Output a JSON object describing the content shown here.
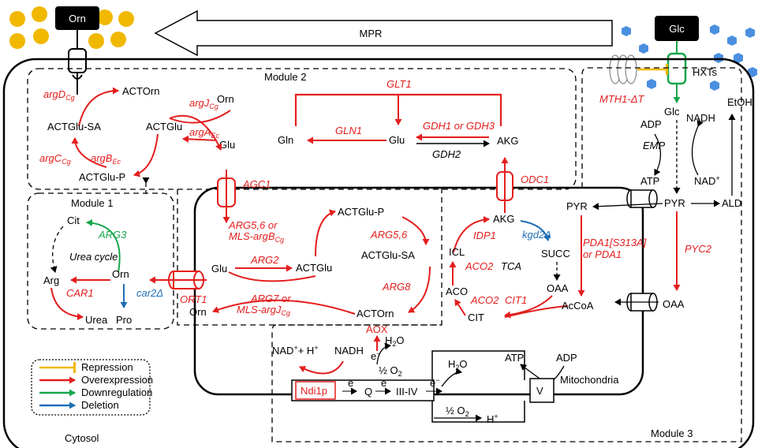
{
  "colors": {
    "red": "#e41e1e",
    "green": "#17a64b",
    "blue": "#1f6fb5",
    "yellow": "#f1b800",
    "hex": "#4a8fe0",
    "black": "#000000"
  },
  "mpr": "MPR",
  "orn_box": "Orn",
  "glc_box": "Glc",
  "hxts": "HXTs",
  "mth1": "MTH1-ΔT",
  "modules": {
    "m1": "Module 1",
    "m2": "Module 2",
    "m3": "Module 3"
  },
  "cytosol": "Cytosol",
  "mitochondria": "Mitochondria",
  "m2": {
    "actorn": "ACTOrn",
    "argd": "argD",
    "argd_sub": "Cg",
    "actglusa": "ACTGlu-SA",
    "argj": "argJ",
    "argj_sub": "Cg",
    "orn": "Orn",
    "actglu": "ACTGlu",
    "arga": "argA",
    "arga_sub": "Ec",
    "glu": "Glu",
    "argc": "argC",
    "argc_sub": "Cg",
    "argb": "argB",
    "argb_sub": "Ec",
    "actglup": "ACTGlu-P",
    "glt1": "GLT1",
    "gln1": "GLN1",
    "gdh1": "GDH1 or GDH3",
    "gln": "Gln",
    "glu2": "Glu",
    "akg": "AKG",
    "gdh2": "GDH2"
  },
  "m1": {
    "cit": "Cit",
    "arg3": "ARG3",
    "urea_cycle": "Urea cycle",
    "arg": "Arg",
    "car1": "CAR1",
    "orn": "Orn",
    "car2": "car2Δ",
    "urea": "Urea",
    "pro": "Pro"
  },
  "mito": {
    "agc1": "AGC1",
    "glu": "Glu",
    "arg56a": "ARG5,6 or",
    "mlsargb": "MLS-argB",
    "mlsargb_sub": "Cg",
    "actglup": "ACTGlu-P",
    "arg56b": "ARG5,6",
    "actglusa": "ACTGlu-SA",
    "arg2": "ARG2",
    "actglu": "ACTGlu",
    "arg8": "ARG8",
    "ort1": "ORT1",
    "orn": "Orn",
    "arg7": "ARG7 or",
    "mlsargj": "MLS-argJ",
    "mlsargj_sub": "Cg",
    "actorn": "ACTOrn",
    "odc1": "ODC1",
    "akg": "AKG",
    "idp1": "IDP1",
    "kgd2": "kgd2Δ",
    "icl": "ICL",
    "succ": "SUCC",
    "aco2a": "ACO2",
    "tca": "TCA",
    "aco": "ACO",
    "oaa": "OAA",
    "aco2b": "ACO2",
    "cit1": "CIT1",
    "cit": "CIT",
    "pyr": "PYR",
    "pda1a": "PDA1[S313A]",
    "pda1b": "or PDA1",
    "accoa": "AcCoA"
  },
  "m3": {
    "glc": "Glc",
    "nadh": "NADH",
    "etoh": "EtOH",
    "adp": "ADP",
    "emp": "EMP",
    "atp": "ATP",
    "nadp": "NAD",
    "nadp_sup": "+",
    "pyr": "PYR",
    "ald": "ALD",
    "pyc2": "PYC2",
    "oaa": "OAA"
  },
  "resp": {
    "aox": "AOX",
    "h2o": "H",
    "h2o_sub": "2",
    "h2o_o": "O",
    "nad": "NAD",
    "nad_sup": "+",
    "plus_h": "+ H",
    "h_sup": "+",
    "nadh": "NADH",
    "e1": "e",
    "e_sup": "−",
    "half_o2": "½ O",
    "o2_sub": "2",
    "ndi1p": "Ndi1p",
    "q": "Q",
    "iiiiv": "III-IV",
    "h2o_b": "H",
    "atp": "ATP",
    "adp": "ADP",
    "v": "V",
    "hplus": "H",
    "hplus_sup": "+"
  },
  "legend": {
    "items": [
      {
        "label": "Repression",
        "color": "#f1b800"
      },
      {
        "label": "Overexpression",
        "color": "#e41e1e"
      },
      {
        "label": "Downregulation",
        "color": "#17a64b"
      },
      {
        "label": "Deletion",
        "color": "#1f6fb5"
      }
    ]
  }
}
